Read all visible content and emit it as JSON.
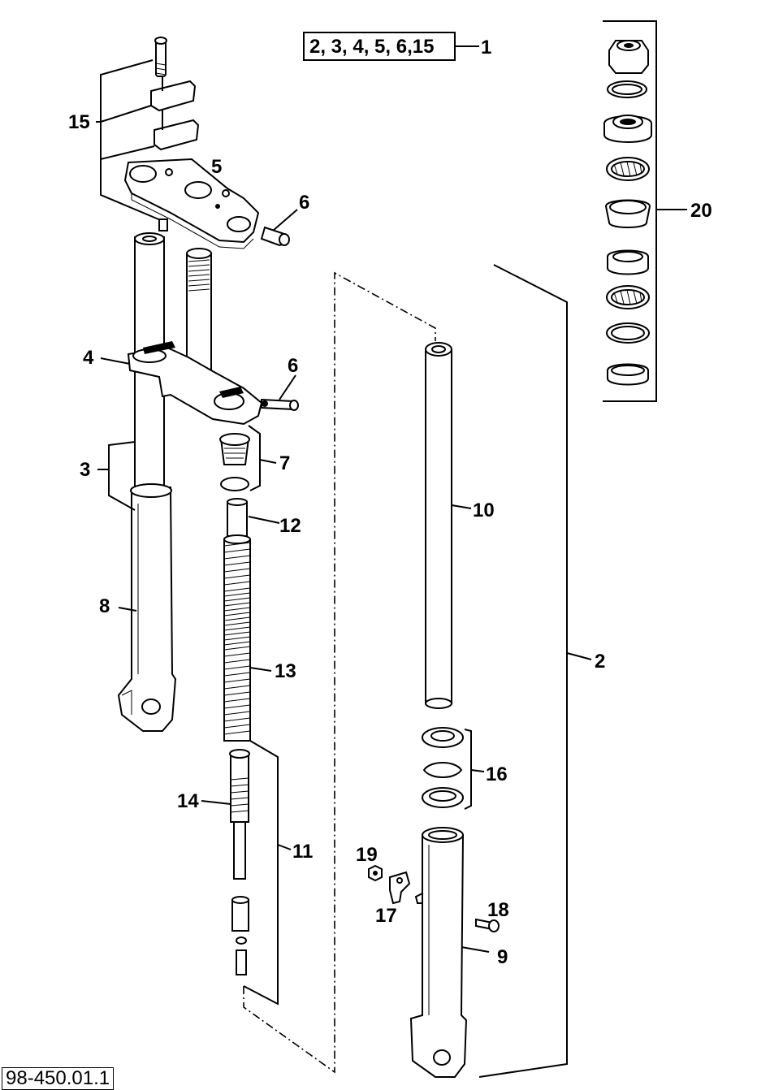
{
  "diagram": {
    "assembly_box_label": "2, 3, 4, 5, 6,15",
    "assembly_ref": "1",
    "drawing_number": "98-450.01.1",
    "callouts": {
      "c2": "2",
      "c3": "3",
      "c4": "4",
      "c5": "5",
      "c6a": "6",
      "c6b": "6",
      "c7": "7",
      "c8": "8",
      "c9": "9",
      "c10": "10",
      "c11": "11",
      "c12": "12",
      "c13": "13",
      "c14": "14",
      "c15": "15",
      "c16": "16",
      "c17": "17",
      "c18": "18",
      "c19": "19",
      "c20": "20"
    }
  }
}
